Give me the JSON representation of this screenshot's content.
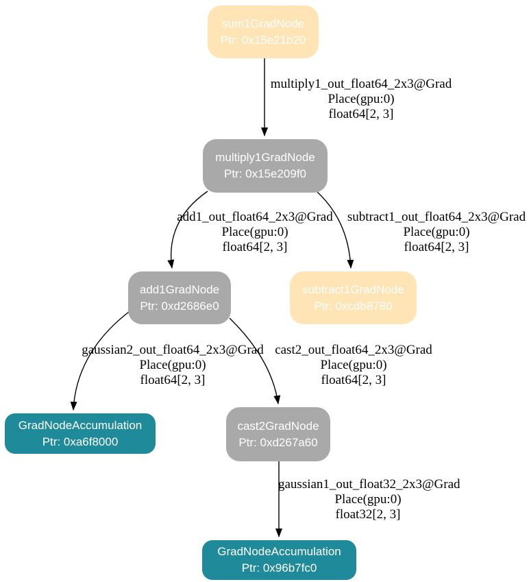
{
  "diagram": {
    "kind": "gradient-graph",
    "background": "#ffffff"
  },
  "colors": {
    "node_orange": "#ffe4b5",
    "node_gray": "#a9a9a9",
    "node_teal": "#1f8a99",
    "node_text": "#ffffff",
    "edge_stroke": "#000000",
    "edge_label_text": "#000000"
  },
  "nodes": [
    {
      "title": "sum1GradNode",
      "ptr": "Ptr: 0x15e21b20",
      "fill": "#ffe4b5",
      "text_color": "#ffffff"
    },
    {
      "title": "multiply1GradNode",
      "ptr": "Ptr: 0x15e209f0",
      "fill": "#a9a9a9",
      "text_color": "#ffffff"
    },
    {
      "title": "add1GradNode",
      "ptr": "Ptr: 0xd2686e0",
      "fill": "#a9a9a9",
      "text_color": "#ffffff"
    },
    {
      "title": "subtract1GradNode",
      "ptr": "Ptr: 0xcdb8780",
      "fill": "#ffe4b5",
      "text_color": "#ffffff"
    },
    {
      "title": "GradNodeAccumulation",
      "ptr": "Ptr: 0xa6f8000",
      "fill": "#1f8a99",
      "text_color": "#ffffff"
    },
    {
      "title": "cast2GradNode",
      "ptr": "Ptr: 0xd267a60",
      "fill": "#a9a9a9",
      "text_color": "#ffffff"
    },
    {
      "title": "GradNodeAccumulation",
      "ptr": "Ptr: 0x96b7fc0",
      "fill": "#1f8a99",
      "text_color": "#ffffff"
    }
  ],
  "edges": [
    {
      "from": "sum1GradNode",
      "to": "multiply1GradNode",
      "tensor": "multiply1_out_float64_2x3@Grad",
      "place": "Place(gpu:0)",
      "dtype": "float64[2, 3]"
    },
    {
      "from": "multiply1GradNode",
      "to": "add1GradNode",
      "tensor": "add1_out_float64_2x3@Grad",
      "place": "Place(gpu:0)",
      "dtype": "float64[2, 3]"
    },
    {
      "from": "multiply1GradNode",
      "to": "subtract1GradNode",
      "tensor": "subtract1_out_float64_2x3@Grad",
      "place": "Place(gpu:0)",
      "dtype": "float64[2, 3]"
    },
    {
      "from": "add1GradNode",
      "to": "GradNodeAccumulation",
      "tensor": "gaussian2_out_float64_2x3@Grad",
      "place": "Place(gpu:0)",
      "dtype": "float64[2, 3]"
    },
    {
      "from": "add1GradNode",
      "to": "cast2GradNode",
      "tensor": "cast2_out_float64_2x3@Grad",
      "place": "Place(gpu:0)",
      "dtype": "float64[2, 3]"
    },
    {
      "from": "cast2GradNode",
      "to": "GradNodeAccumulation",
      "tensor": "gaussian1_out_float32_2x3@Grad",
      "place": "Place(gpu:0)",
      "dtype": "float32[2, 3]"
    }
  ]
}
